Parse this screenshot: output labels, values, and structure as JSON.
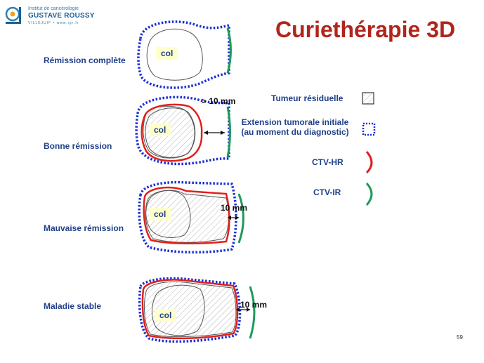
{
  "header": {
    "logo_line1": "Institut de cancérologie",
    "logo_line2": "GUSTAVE ROUSSY",
    "logo_line3": "VILLEJUIF • www.igr.fr",
    "title": "Curiethérapie 3D"
  },
  "cases": [
    {
      "label": "Rémission complète",
      "col_label": "col"
    },
    {
      "label": "Bonne rémission",
      "col_label": "col",
      "dimension": "> 10 mm"
    },
    {
      "label": "Mauvaise rémission",
      "col_label": "col",
      "dimension": "10 mm"
    },
    {
      "label": "Maladie stable",
      "col_label": "col",
      "dimension": "10 mm"
    }
  ],
  "legend": {
    "residual_tumor": "Tumeur résiduelle",
    "initial_extension_line1": "Extension tumorale initiale",
    "initial_extension_line2": "(au moment du diagnostic)",
    "ctv_hr": "CTV-HR",
    "ctv_ir": "CTV-IR"
  },
  "colors": {
    "title": "#b0251d",
    "label": "#1f3f8a",
    "initial_extension": "#1a2fd6",
    "ctv_hr": "#e0201c",
    "ctv_ir": "#1e9a5a",
    "col_fill": "#ffffcc"
  },
  "page_number": "59"
}
